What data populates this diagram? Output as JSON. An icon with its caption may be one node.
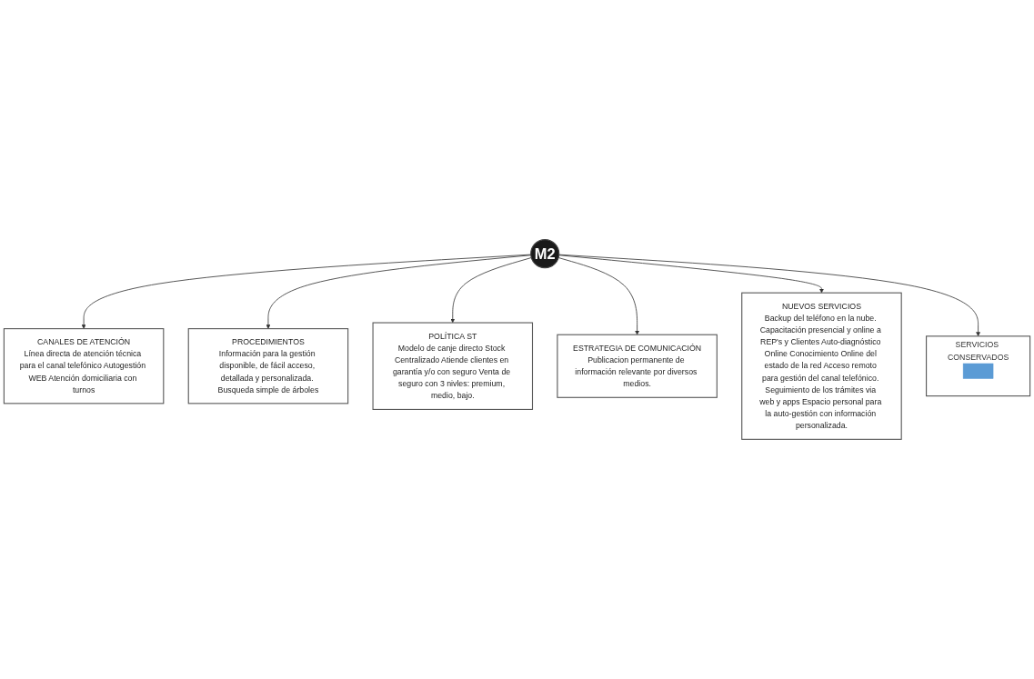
{
  "diagram": {
    "nodes": [
      {
        "text": [
          "CANALES DE ATENCIÓN",
          "Línea directa de atención técnica para el canal telefónico Autogestión WEB Atención domiciliaria con turnos"
        ]
      },
      {
        "text": [
          "POLÍTICA ST",
          "Modelo de canje directo Stock Centralizado Atiende clientes en garantía y/o con seguro Venta de seguro con 3 nivles: premium, medio, bajo."
        ]
      },
      {
        "text": [
          "PROCEDIMIENTOS",
          "Información para la gestión disponible, de fácil acceso, detallada y personalizada. Busqueda simple de árboles"
        ]
      },
      {
        "text": [
          "M2"
        ]
      },
      {
        "text": [
          "SERVICIOS CONSERVADOS"
        ]
      },
      {
        "text": [],
        "shape": "bar",
        "in": 4
      },
      {
        "text": [
          "ESTRATEGIA DE COMUNICACIÓN",
          "Publicacion permanente de información relevante por diversos medios."
        ]
      },
      {
        "text": [
          "NUEVOS SERVICIOS",
          "Backup del teléfono en la nube. Capacitación presencial y online a REP's y Clientes Auto-diagnóstico Online Conocimiento Online del estado de la red Acceso remoto para gestión del canal telefónico. Seguimiento de los trámites via web y apps Espacio personal para la auto-gestión con información personalizada."
        ]
      }
    ],
    "edges": [
      {
        "from": 3,
        "to": 0,
        "arrow": "to"
      },
      {
        "from": 3,
        "to": 2,
        "arrow": "to"
      },
      {
        "from": 3,
        "to": 1,
        "arrow": "to"
      },
      {
        "from": 3,
        "to": 4,
        "arrow": "to"
      },
      {
        "from": 3,
        "to": 6,
        "arrow": "to"
      },
      {
        "from": 3,
        "to": 7,
        "arrow": "to"
      }
    ]
  }
}
